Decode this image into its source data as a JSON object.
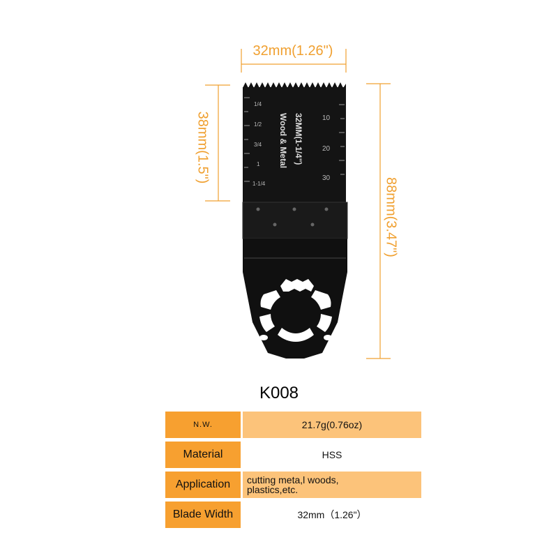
{
  "dimensions": {
    "width": "32mm(1.26\")",
    "cut_depth": "38mm(1.5\")",
    "length": "88mm(3.47\")"
  },
  "blade_markings": {
    "title": "32MM(1-1/4\")",
    "subtitle": "Wood & Metal",
    "inch_marks": [
      "1/4",
      "1/2",
      "3/4",
      "1",
      "1-1/4"
    ],
    "mm_marks": [
      "10",
      "20",
      "30"
    ]
  },
  "model": "K008",
  "specs": [
    {
      "label": "N.W.",
      "value": "21.7g(0.76oz)"
    },
    {
      "label": "Material",
      "value": "HSS"
    },
    {
      "label": "Application",
      "value_line1": "cutting meta,l woods,",
      "value_line2": "plastics,etc."
    },
    {
      "label": "Blade Width",
      "value": "32mm（1.26\"）"
    }
  ],
  "colors": {
    "accent": "#f7a030",
    "accent_light": "#fcc37a",
    "dimension_line": "#f0a030",
    "blade": "#111111"
  }
}
